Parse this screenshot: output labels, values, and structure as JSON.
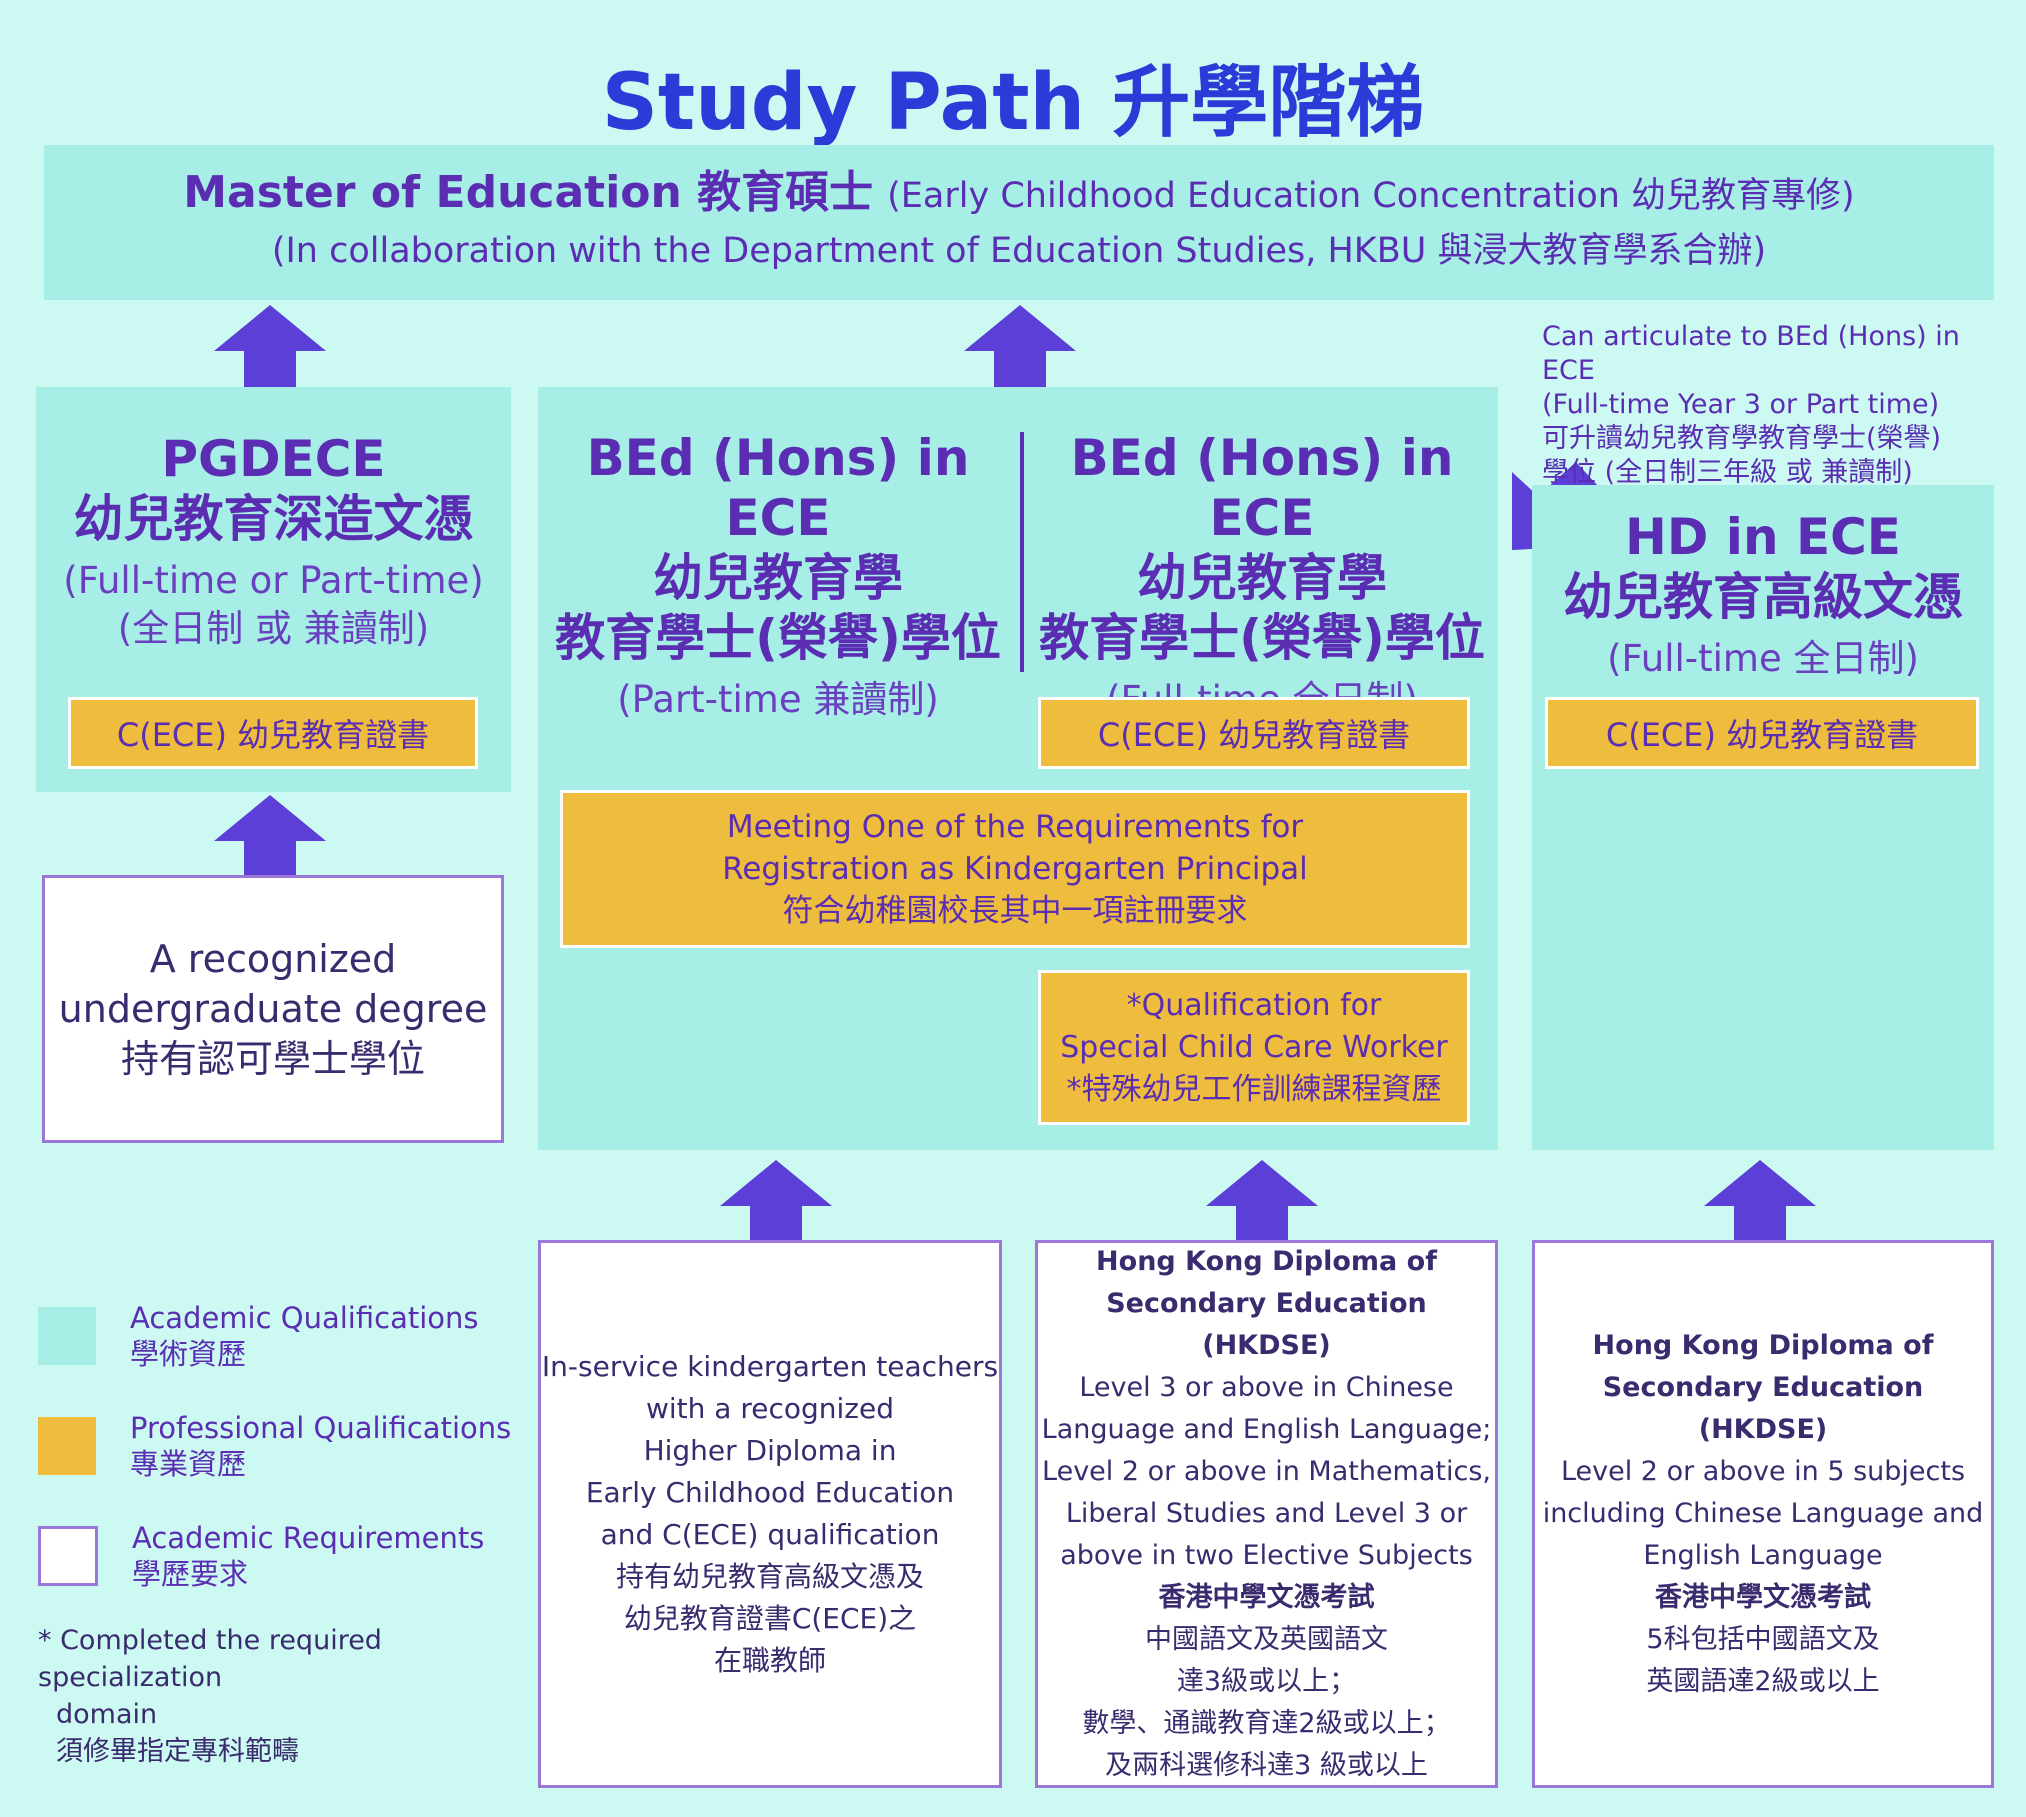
{
  "title": "Study Path 升學階梯",
  "master": {
    "name": "Master of Education 教育碩士",
    "concentration": "(Early Childhood Education Concentration 幼兒教育專修)",
    "collaboration": "(In collaboration with the Department of Education Studies, HKBU 與浸大教育學系合辦)"
  },
  "pgdece": {
    "name": "PGDECE",
    "chinese": "幼兒教育深造文憑",
    "mode_en": "(Full-time or Part-time)",
    "mode_zh": "(全日制 或 兼讀制)",
    "cert": "C(ECE) 幼兒教育證書"
  },
  "bed_pt": {
    "name": "BEd (Hons) in ECE",
    "chinese1": "幼兒教育學",
    "chinese2": "教育學士(榮譽)學位",
    "mode": "(Part-time 兼讀制)"
  },
  "bed_ft": {
    "name": "BEd (Hons) in ECE",
    "chinese1": "幼兒教育學",
    "chinese2": "教育學士(榮譽)學位",
    "mode": "(Full-time 全日制)",
    "cert": "C(ECE) 幼兒教育證書"
  },
  "principal": {
    "line1": "Meeting One of the Requirements for",
    "line2": "Registration as Kindergarten Principal",
    "line3": "符合幼稚園校長其中一項註冊要求"
  },
  "special": {
    "line1": "*Qualification for",
    "line2": "Special Child Care Worker",
    "line3": "*特殊幼兒工作訓練課程資歷"
  },
  "hd": {
    "name": "HD in ECE",
    "chinese": "幼兒教育高級文憑",
    "mode": "(Full-time 全日制)",
    "cert": "C(ECE) 幼兒教育證書"
  },
  "articulate": {
    "line1": "Can articulate to BEd (Hons) in ECE",
    "line2": "(Full-time Year 3 or Part time)",
    "line3": "可升讀幼兒教育學教育學士(榮譽)",
    "line4": "學位 (全日制三年級 或 兼讀制)"
  },
  "degree_req": {
    "line1": "A recognized",
    "line2": "undergraduate degree",
    "line3": "持有認可學士學位"
  },
  "inservice_req": {
    "lines": [
      "In-service kindergarten teachers",
      "with a recognized",
      "Higher Diploma in",
      "Early Childhood Education",
      "and C(ECE) qualification",
      "持有幼兒教育高級文憑及",
      "幼兒教育證書C(ECE)之",
      "在職教師"
    ]
  },
  "hkdse_bed": {
    "lines_bold_en": [
      "Hong Kong Diploma of",
      "Secondary Education (HKDSE)"
    ],
    "lines_en": [
      "Level 3 or above in Chinese",
      "Language and English Language;",
      "Level 2 or above in Mathematics,",
      "Liberal Studies and Level 3 or",
      "above in two Elective Subjects"
    ],
    "line_bold_zh": "香港中學文憑考試",
    "lines_zh": [
      "中國語文及英國語文",
      "達3級或以上；",
      "數學、通識教育達2級或以上；",
      "及兩科選修科達3 級或以上"
    ]
  },
  "hkdse_hd": {
    "lines_bold_en": [
      "Hong Kong Diploma of",
      "Secondary Education (HKDSE)"
    ],
    "lines_en": [
      "Level 2 or above in 5 subjects",
      "including Chinese Language and",
      "English Language"
    ],
    "line_bold_zh": "香港中學文憑考試",
    "lines_zh": [
      "5科包括中國語文及",
      "英國語達2級或以上"
    ]
  },
  "legend": {
    "academic_en": "Academic Qualifications",
    "academic_zh": "學術資歷",
    "professional_en": "Professional Qualifications",
    "professional_zh": "專業資歷",
    "requirements_en": "Academic Requirements",
    "requirements_zh": "學歷要求",
    "note_line1": "* Completed the required specialization",
    "note_line2": "domain",
    "note_line3": "須修畢指定專科範疇"
  },
  "colors": {
    "background": "#ccfaf2",
    "academic": "#a6eee6",
    "professional": "#efbd3d",
    "requirements_border": "#9b78d8",
    "arrow": "#5b3fd6",
    "title": "#2b3bd8",
    "text": "#5a2db3"
  }
}
